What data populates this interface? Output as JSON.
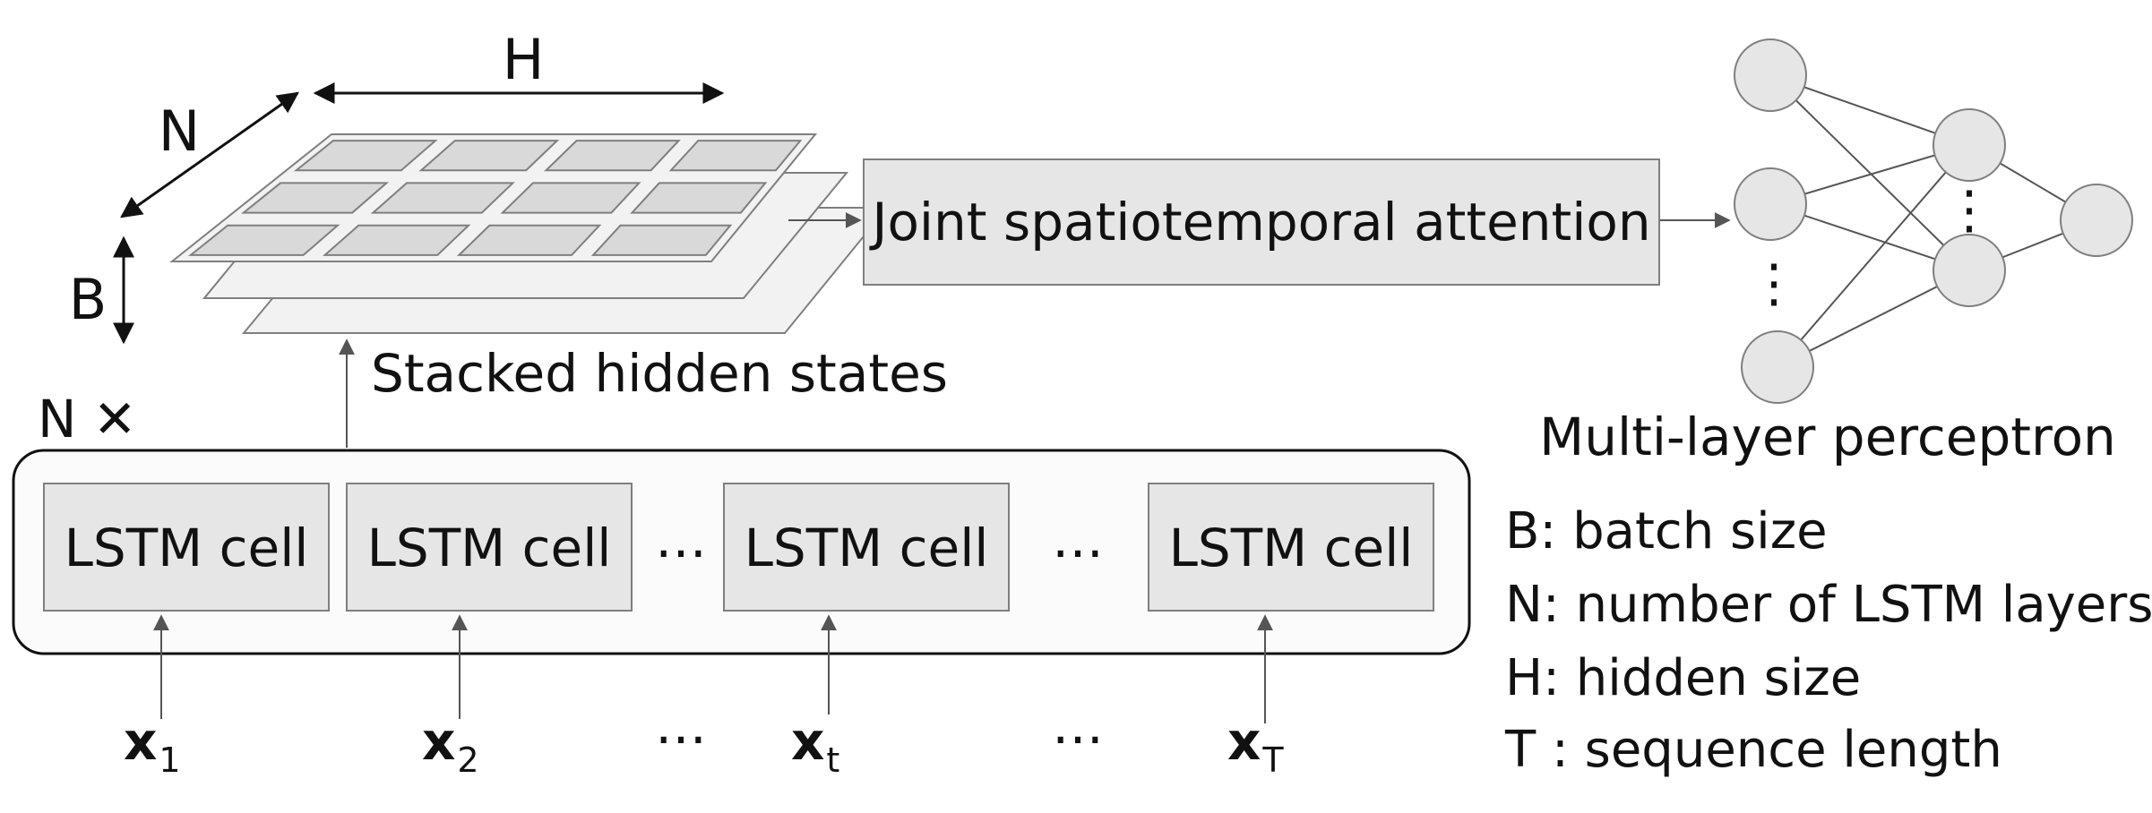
{
  "dimensions": {
    "H": "H",
    "N": "N",
    "B": "B"
  },
  "stack_repeat_label": "N ✕",
  "stacked_label": "Stacked hidden states",
  "attention_label": "Joint spatiotemporal attention",
  "mlp_label": "Multi-layer perceptron",
  "lstm_cells": [
    "LSTM cell",
    "LSTM cell",
    "LSTM cell",
    "LSTM cell"
  ],
  "ellipsis": "…",
  "vdots": "⋮",
  "inputs": [
    {
      "base": "x",
      "sub": "1"
    },
    {
      "base": "x",
      "sub": "2"
    },
    {
      "base": "x",
      "sub": "t"
    },
    {
      "base": "x",
      "sub": "T"
    }
  ],
  "legend": [
    "B: batch size",
    "N: number of LSTM layers",
    "H: hidden size",
    "T : sequence length"
  ],
  "colors": {
    "box_fill": "#e6e6e6",
    "box_stroke": "#7f7f7f",
    "plane_fill": "#f2f2f2",
    "grid_fill": "#d9d9d9",
    "node_fill": "#e6e6e6",
    "line": "#555555"
  }
}
